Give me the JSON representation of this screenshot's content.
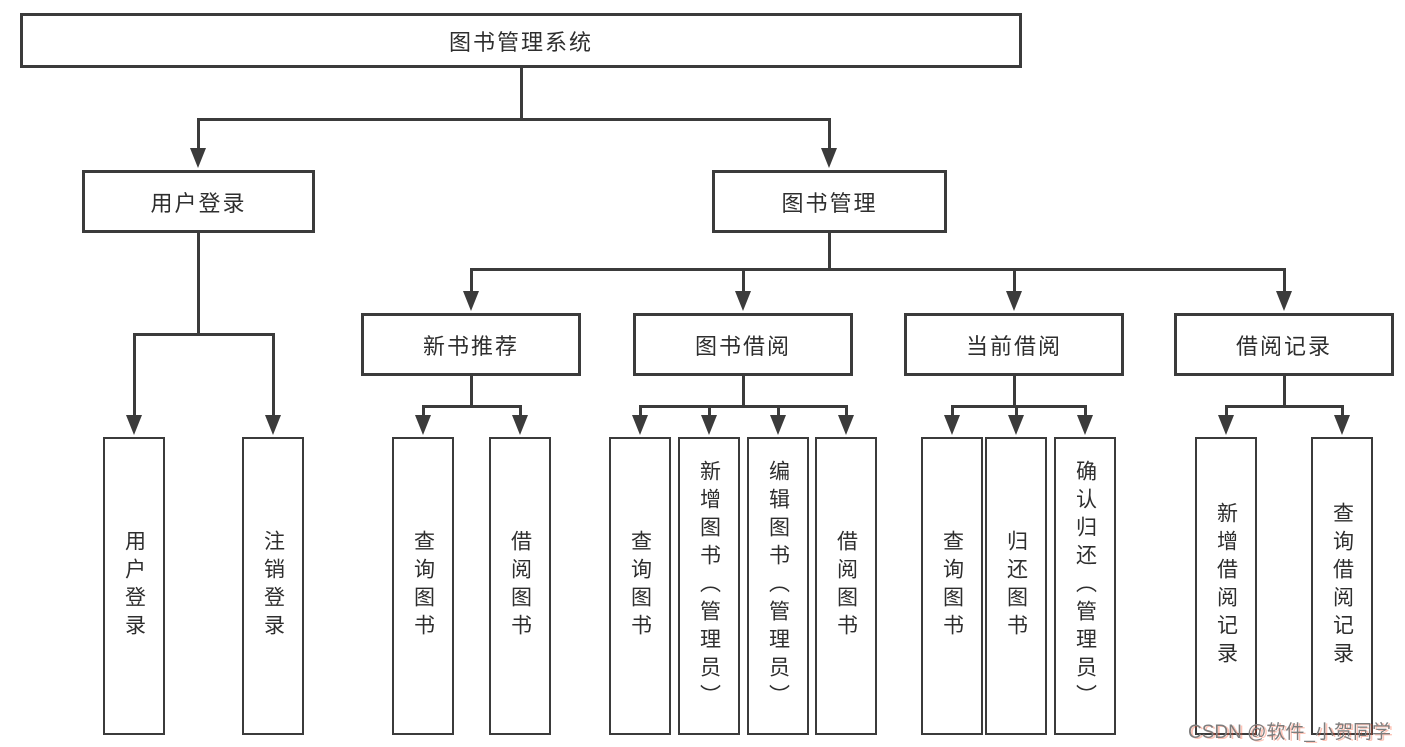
{
  "title": "图书管理系统",
  "branches": {
    "user": {
      "label": "用户登录",
      "children": {
        "login": "用户登录",
        "logout": "注销登录"
      }
    },
    "book": {
      "label": "图书管理",
      "sections": {
        "recommend": {
          "label": "新书推荐",
          "children": {
            "query": "查询图书",
            "borrow": "借阅图书"
          }
        },
        "borrow": {
          "label": "图书借阅",
          "children": {
            "query": "查询图书",
            "add": "新增图书（管理员）",
            "edit": "编辑图书（管理员）",
            "borrow": "借阅图书"
          }
        },
        "current": {
          "label": "当前借阅",
          "children": {
            "query": "查询图书",
            "return": "归还图书",
            "confirm": "确认归还（管理员）"
          }
        },
        "record": {
          "label": "借阅记录",
          "children": {
            "add": "新增借阅记录",
            "query": "查询借阅记录"
          }
        }
      }
    }
  },
  "watermark": "CSDN @软件_小贺同学",
  "colors": {
    "line": "#3b3b3b",
    "text": "#2e2e2e",
    "watermark_gray": "#7d7d7d",
    "watermark_red": "#fc5531"
  }
}
